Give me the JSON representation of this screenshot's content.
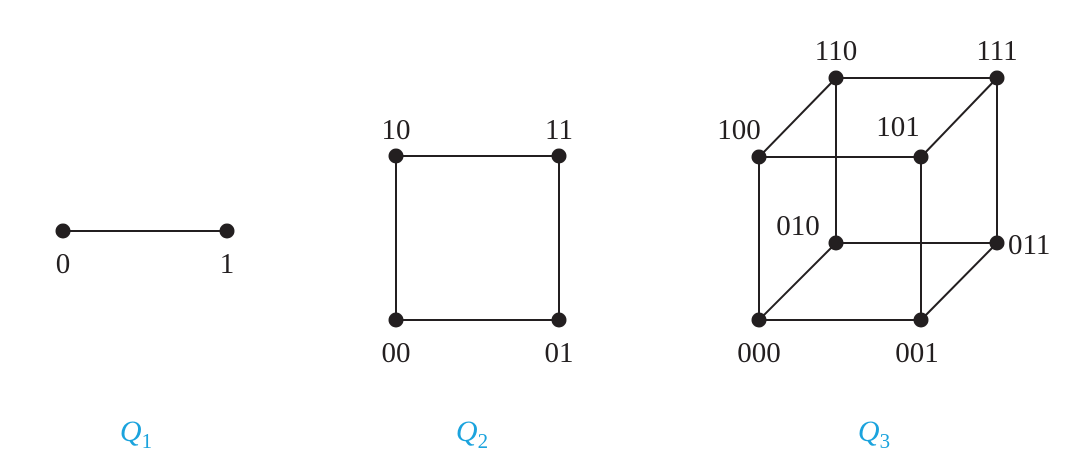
{
  "colors": {
    "ink": "#231f20",
    "caption": "#1ba3dd"
  },
  "graphs": [
    {
      "id": "Q1",
      "caption": {
        "letter": "Q",
        "sub": "1"
      },
      "vertices": [
        {
          "id": "0",
          "label": "0"
        },
        {
          "id": "1",
          "label": "1"
        }
      ],
      "edges": [
        [
          "0",
          "1"
        ]
      ]
    },
    {
      "id": "Q2",
      "caption": {
        "letter": "Q",
        "sub": "2"
      },
      "vertices": [
        {
          "id": "10",
          "label": "10"
        },
        {
          "id": "11",
          "label": "11"
        },
        {
          "id": "00",
          "label": "00"
        },
        {
          "id": "01",
          "label": "01"
        }
      ],
      "edges": [
        [
          "10",
          "11"
        ],
        [
          "00",
          "01"
        ],
        [
          "10",
          "00"
        ],
        [
          "11",
          "01"
        ]
      ]
    },
    {
      "id": "Q3",
      "caption": {
        "letter": "Q",
        "sub": "3"
      },
      "vertices": [
        {
          "id": "110",
          "label": "110"
        },
        {
          "id": "111",
          "label": "111"
        },
        {
          "id": "100",
          "label": "100"
        },
        {
          "id": "101",
          "label": "101"
        },
        {
          "id": "010",
          "label": "010"
        },
        {
          "id": "011",
          "label": "011"
        },
        {
          "id": "000",
          "label": "000"
        },
        {
          "id": "001",
          "label": "001"
        }
      ],
      "edges": [
        [
          "110",
          "111"
        ],
        [
          "100",
          "101"
        ],
        [
          "010",
          "011"
        ],
        [
          "000",
          "001"
        ],
        [
          "110",
          "100"
        ],
        [
          "111",
          "101"
        ],
        [
          "010",
          "000"
        ],
        [
          "011",
          "001"
        ],
        [
          "110",
          "010"
        ],
        [
          "111",
          "011"
        ],
        [
          "100",
          "000"
        ],
        [
          "101",
          "001"
        ]
      ]
    }
  ]
}
